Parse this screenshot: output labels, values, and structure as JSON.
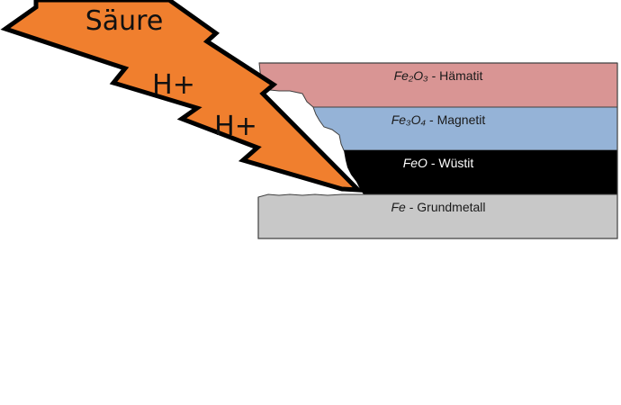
{
  "colors": {
    "hematite": "#d99594",
    "magnetite": "#95b3d7",
    "wustite": "#000000",
    "base_metal": "#c8c8c8",
    "bolt_fill": "#f07f2e",
    "bolt_outline": "#000000",
    "frame": "#404040"
  },
  "bolt": {
    "label": "Säure",
    "proton_1": "H+",
    "proton_2": "H+"
  },
  "layers": {
    "hematite": {
      "formula": "Fe₂O₃",
      "separator": " - ",
      "name": "Hämatit"
    },
    "magnetite": {
      "formula": "Fe₃O₄",
      "separator": " - ",
      "name": "Magnetit"
    },
    "wustite": {
      "formula": "FeO",
      "separator": " - ",
      "name": "Wüstit"
    },
    "base_metal": {
      "formula": "Fe",
      "separator": " - ",
      "name": "Grundmetall"
    }
  },
  "icons": {
    "acid_attack": "lightning-bolt-icon"
  }
}
